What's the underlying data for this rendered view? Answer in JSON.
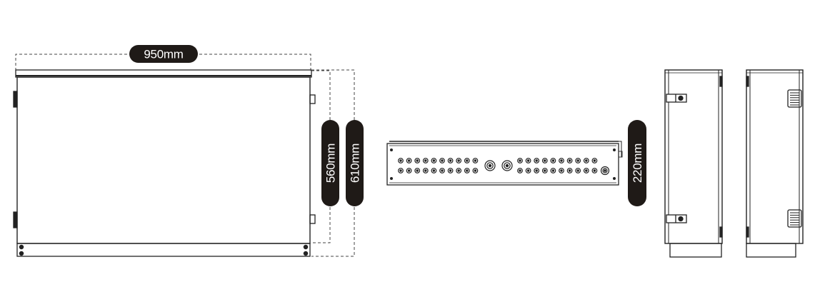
{
  "dimensions": {
    "width_label": "950mm",
    "height_inner_label": "560mm",
    "height_outer_label": "610mm",
    "depth_label": "220mm"
  },
  "views": {
    "front": {
      "description": "front"
    },
    "bottom": {
      "description": "bottom"
    },
    "side_hinge": {
      "description": "side-hinge"
    },
    "side_vent": {
      "description": "side-vent"
    }
  },
  "colors": {
    "line": "#222222",
    "pill_fill": "#1f1a17",
    "pill_text": "#ffffff",
    "dash": "#444444"
  }
}
